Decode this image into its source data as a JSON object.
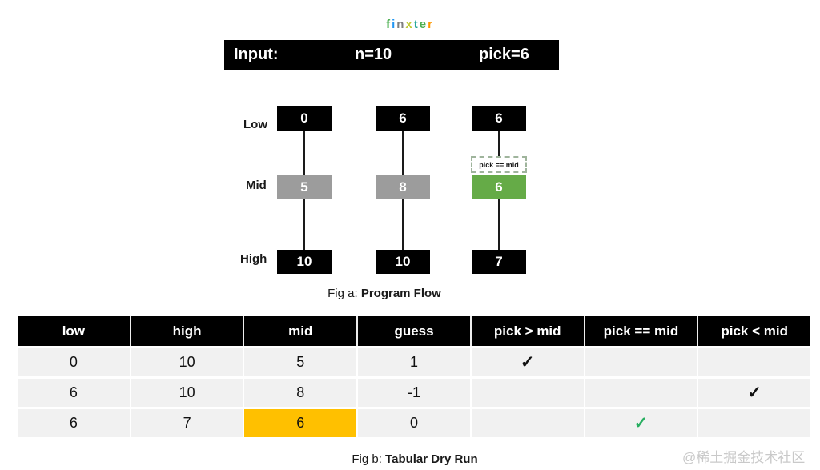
{
  "logo": {
    "text": "finxter",
    "letters": [
      {
        "ch": "f",
        "color": "#4CAF50"
      },
      {
        "ch": "i",
        "color": "#2196F3"
      },
      {
        "ch": "n",
        "color": "#7F7F7F"
      },
      {
        "ch": "x",
        "color": "#C0CA33"
      },
      {
        "ch": "t",
        "color": "#26A69A"
      },
      {
        "ch": "e",
        "color": "#4CAF50"
      },
      {
        "ch": "r",
        "color": "#FF9800"
      }
    ]
  },
  "input_bar": {
    "label": "Input:",
    "n": "n=10",
    "pick": "pick=6"
  },
  "flow": {
    "row_labels": [
      "Low",
      "Mid",
      "High"
    ],
    "columns": [
      {
        "low": "0",
        "mid": "5",
        "high": "10",
        "mid_style": "gray"
      },
      {
        "low": "6",
        "mid": "8",
        "high": "10",
        "mid_style": "gray"
      },
      {
        "low": "6",
        "mid": "6",
        "high": "7",
        "mid_style": "green",
        "annotation": "pick == mid"
      }
    ],
    "caption_prefix": "Fig a: ",
    "caption_title": "Program Flow"
  },
  "table": {
    "headers": [
      "low",
      "high",
      "mid",
      "guess",
      "pick > mid",
      "pick == mid",
      "pick < mid"
    ],
    "rows": [
      {
        "cells": [
          "0",
          "10",
          "5",
          "1",
          "✓",
          "",
          ""
        ]
      },
      {
        "cells": [
          "6",
          "10",
          "8",
          "-1",
          "",
          "",
          "✓"
        ]
      },
      {
        "cells": [
          "6",
          "7",
          "6",
          "0",
          "",
          "✓",
          ""
        ],
        "highlight_col": 2,
        "green_check_col": 5
      }
    ],
    "caption_prefix": "Fig b: ",
    "caption_title": "Tabular Dry Run"
  },
  "watermark": "@稀土掘金技术社区",
  "colors": {
    "box_black": "#000000",
    "box_gray": "#9C9C9C",
    "box_green": "#65AB47",
    "table_row_bg": "#F1F1F1",
    "highlight_gold": "#FFC000",
    "green_check": "#27AE60",
    "watermark_gray": "#C9C9C9"
  }
}
